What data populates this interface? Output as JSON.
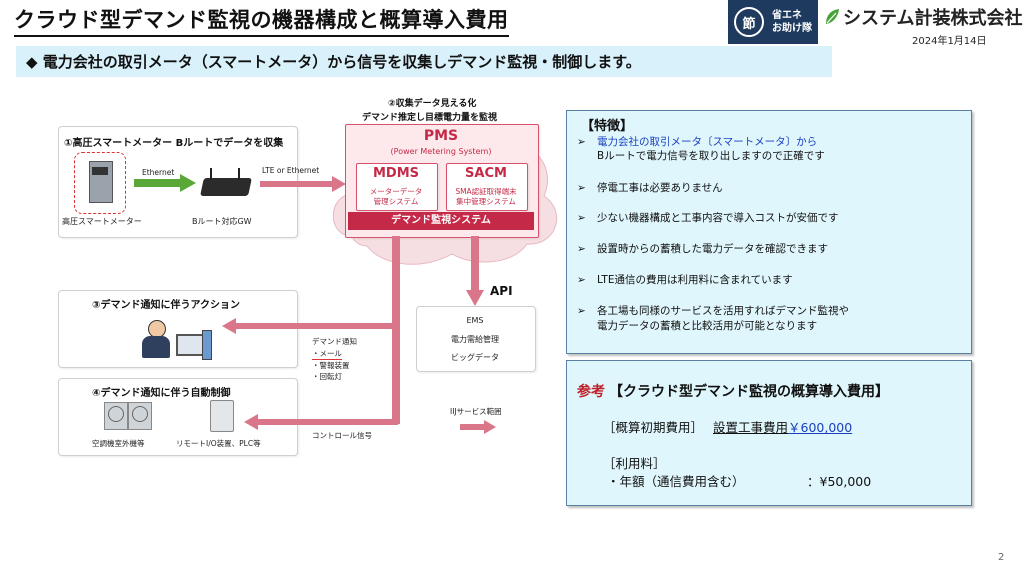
{
  "header": {
    "title": "クラウド型デマンド監視の機器構成と概算導入費用",
    "badge_symbol": "節",
    "badge_line1": "省エネ",
    "badge_line2": "お助け隊",
    "company_name": "システム計装株式会社",
    "date": "2024年1月14日"
  },
  "subtitle": "◆ 電力会社の取引メータ（スマートメータ）から信号を収集しデマンド監視・制御します。",
  "diagram": {
    "box1_title": "①高圧スマートメーター Bルートでデータを収集",
    "meter_label": "高圧スマートメーター",
    "gw_label": "Bルート対応GW",
    "ethernet_label": "Ethernet",
    "lte_label": "LTE or Ethernet",
    "cloud_caption_1": "②収集データ見える化",
    "cloud_caption_2": "デマンド推定し目標電力量を監視",
    "pms_title": "PMS",
    "pms_sub": "(Power Metering System)",
    "mdms_title": "MDMS",
    "mdms_sub1": "メーターデータ",
    "mdms_sub2": "管理システム",
    "sacm_title": "SACM",
    "sacm_sub1": "SMA認証取得端末",
    "sacm_sub2": "集中管理システム",
    "demand_system": "デマンド監視システム",
    "api_label": "API",
    "ems_1": "EMS",
    "ems_2": "電力需給管理",
    "ems_3": "ビッグデータ",
    "box3_title": "③デマンド通知に伴うアクション",
    "notify_title": "デマンド通知",
    "notify_1": "・メール",
    "notify_2": "・警報装置",
    "notify_3": "・回転灯",
    "box4_title": "④デマンド通知に伴う自動制御",
    "ac_label": "空調機室外機等",
    "remote_label": "リモートI/O装置、PLC等",
    "control_signal": "コントロール信号",
    "iij_label": "IIJサービス範囲"
  },
  "features": {
    "heading": "【特徴】",
    "items": [
      "電力会社の取引メータ〔スマートメータ〕から",
      "停電工事は必要ありません",
      "少ない機器構成と工事内容で導入コストが安価です",
      "設置時からの蓄積した電力データを確認できます",
      "LTE通信の費用は利用料に含まれています",
      "各工場も同様のサービスを活用すればデマンド監視や"
    ],
    "item1_cont": "Bルートで電力信号を取り出しますので正確です",
    "item6_cont": "電力データの蓄積と比較活用が可能となります",
    "bullet": "➢"
  },
  "cost": {
    "ref": "参考",
    "heading": "【クラウド型デマンド監視の概算導入費用】",
    "initial_label": "［概算初期費用］",
    "install_label": "設置工事費用",
    "install_value": "￥600,000",
    "usage_label": "［利用料］",
    "annual_label": "・年額（通信費用含む）",
    "annual_value": "：¥50,000"
  },
  "page_number": "2",
  "colors": {
    "accent_pink": "#d9506b",
    "green_arrow": "#5ba83a",
    "panel_bg": "#dff6fc"
  }
}
